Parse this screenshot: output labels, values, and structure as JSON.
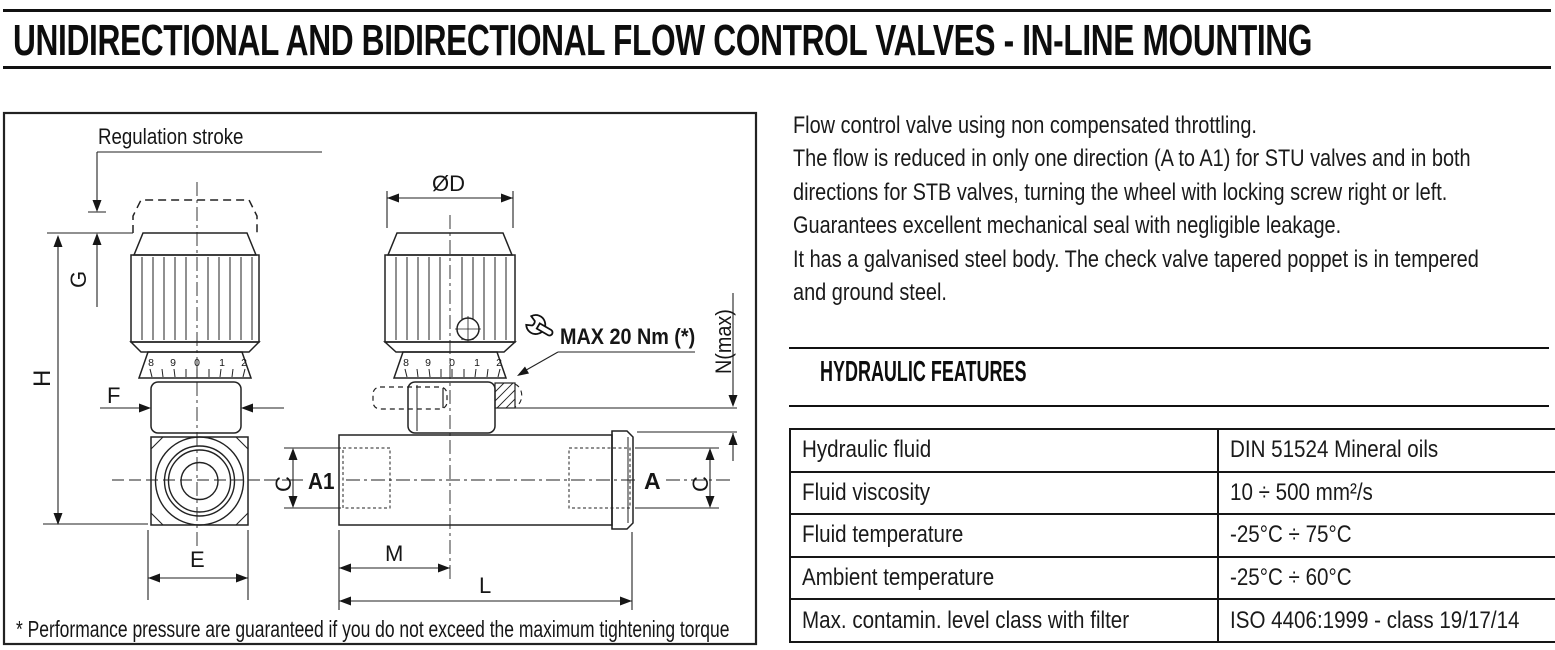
{
  "title": "UNIDIRECTIONAL AND BIDIRECTIONAL FLOW CONTROL VALVES - IN-LINE MOUNTING",
  "description": {
    "lines": [
      "Flow control valve using non compensated throttling.",
      "The flow is reduced in only one direction (A to A1) for STU valves and in both",
      "directions for STB valves, turning the wheel with locking screw right or left.",
      "Guarantees excellent mechanical seal with negligible leakage.",
      "It has a galvanised steel body. The check valve tapered poppet is in tempered",
      "and ground steel."
    ]
  },
  "hydraulic_features": {
    "heading": "HYDRAULIC FEATURES",
    "table": {
      "rows": [
        {
          "label": "Hydraulic fluid",
          "value": "DIN 51524 Mineral oils"
        },
        {
          "label": "Fluid viscosity",
          "value": "10 ÷ 500 mm²/s"
        },
        {
          "label": "Fluid temperature",
          "value": "-25°C ÷ 75°C"
        },
        {
          "label": "Ambient temperature",
          "value": "-25°C ÷ 60°C"
        },
        {
          "label": "Max. contamin. level class with filter",
          "value": "ISO 4406:1999 - class 19/17/14"
        }
      ]
    }
  },
  "drawing": {
    "dimension_labels": {
      "regulation_stroke": "Regulation stroke",
      "g": "G",
      "h": "H",
      "f": "F",
      "e": "E",
      "diameter": "ØD",
      "torque_note": "MAX 20 Nm (*)",
      "n_max": "N(max)",
      "port_a1": "A1",
      "port_a": "A",
      "c": "C",
      "m": "M",
      "l": "L"
    },
    "knob_scale_numbers": [
      "8",
      "9",
      "0",
      "1",
      "2"
    ],
    "footnote": "* Performance pressure are guaranteed if you do not exceed the maximum tightening torque"
  }
}
